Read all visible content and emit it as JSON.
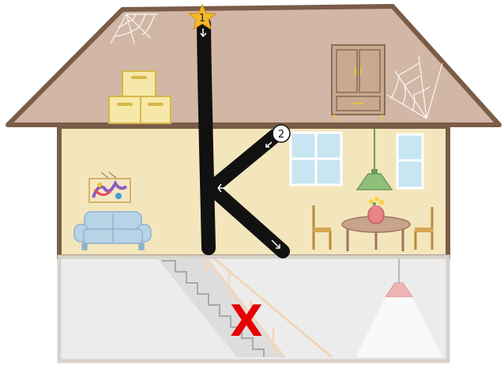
{
  "markers": {
    "start_number": "1",
    "turn_number": "2",
    "x_mark": "X"
  },
  "colors": {
    "roof_fill": "#d2b7a6",
    "wall_outline": "#7a5c47",
    "main_floor_fill": "#f4e6bc",
    "basement_fill": "#ececec",
    "stroke_path": "#111111",
    "star": "#f5b82a",
    "x_mark": "#e60000"
  },
  "icons": [
    "spider-web-icon",
    "storage-box-icon",
    "wardrobe-icon",
    "picture-frame-icon",
    "sofa-icon",
    "window-icon",
    "pendant-lamp-icon",
    "dining-table-icon",
    "chair-icon",
    "flower-vase-icon",
    "staircase-icon",
    "ceiling-lamp-icon",
    "star-icon"
  ]
}
